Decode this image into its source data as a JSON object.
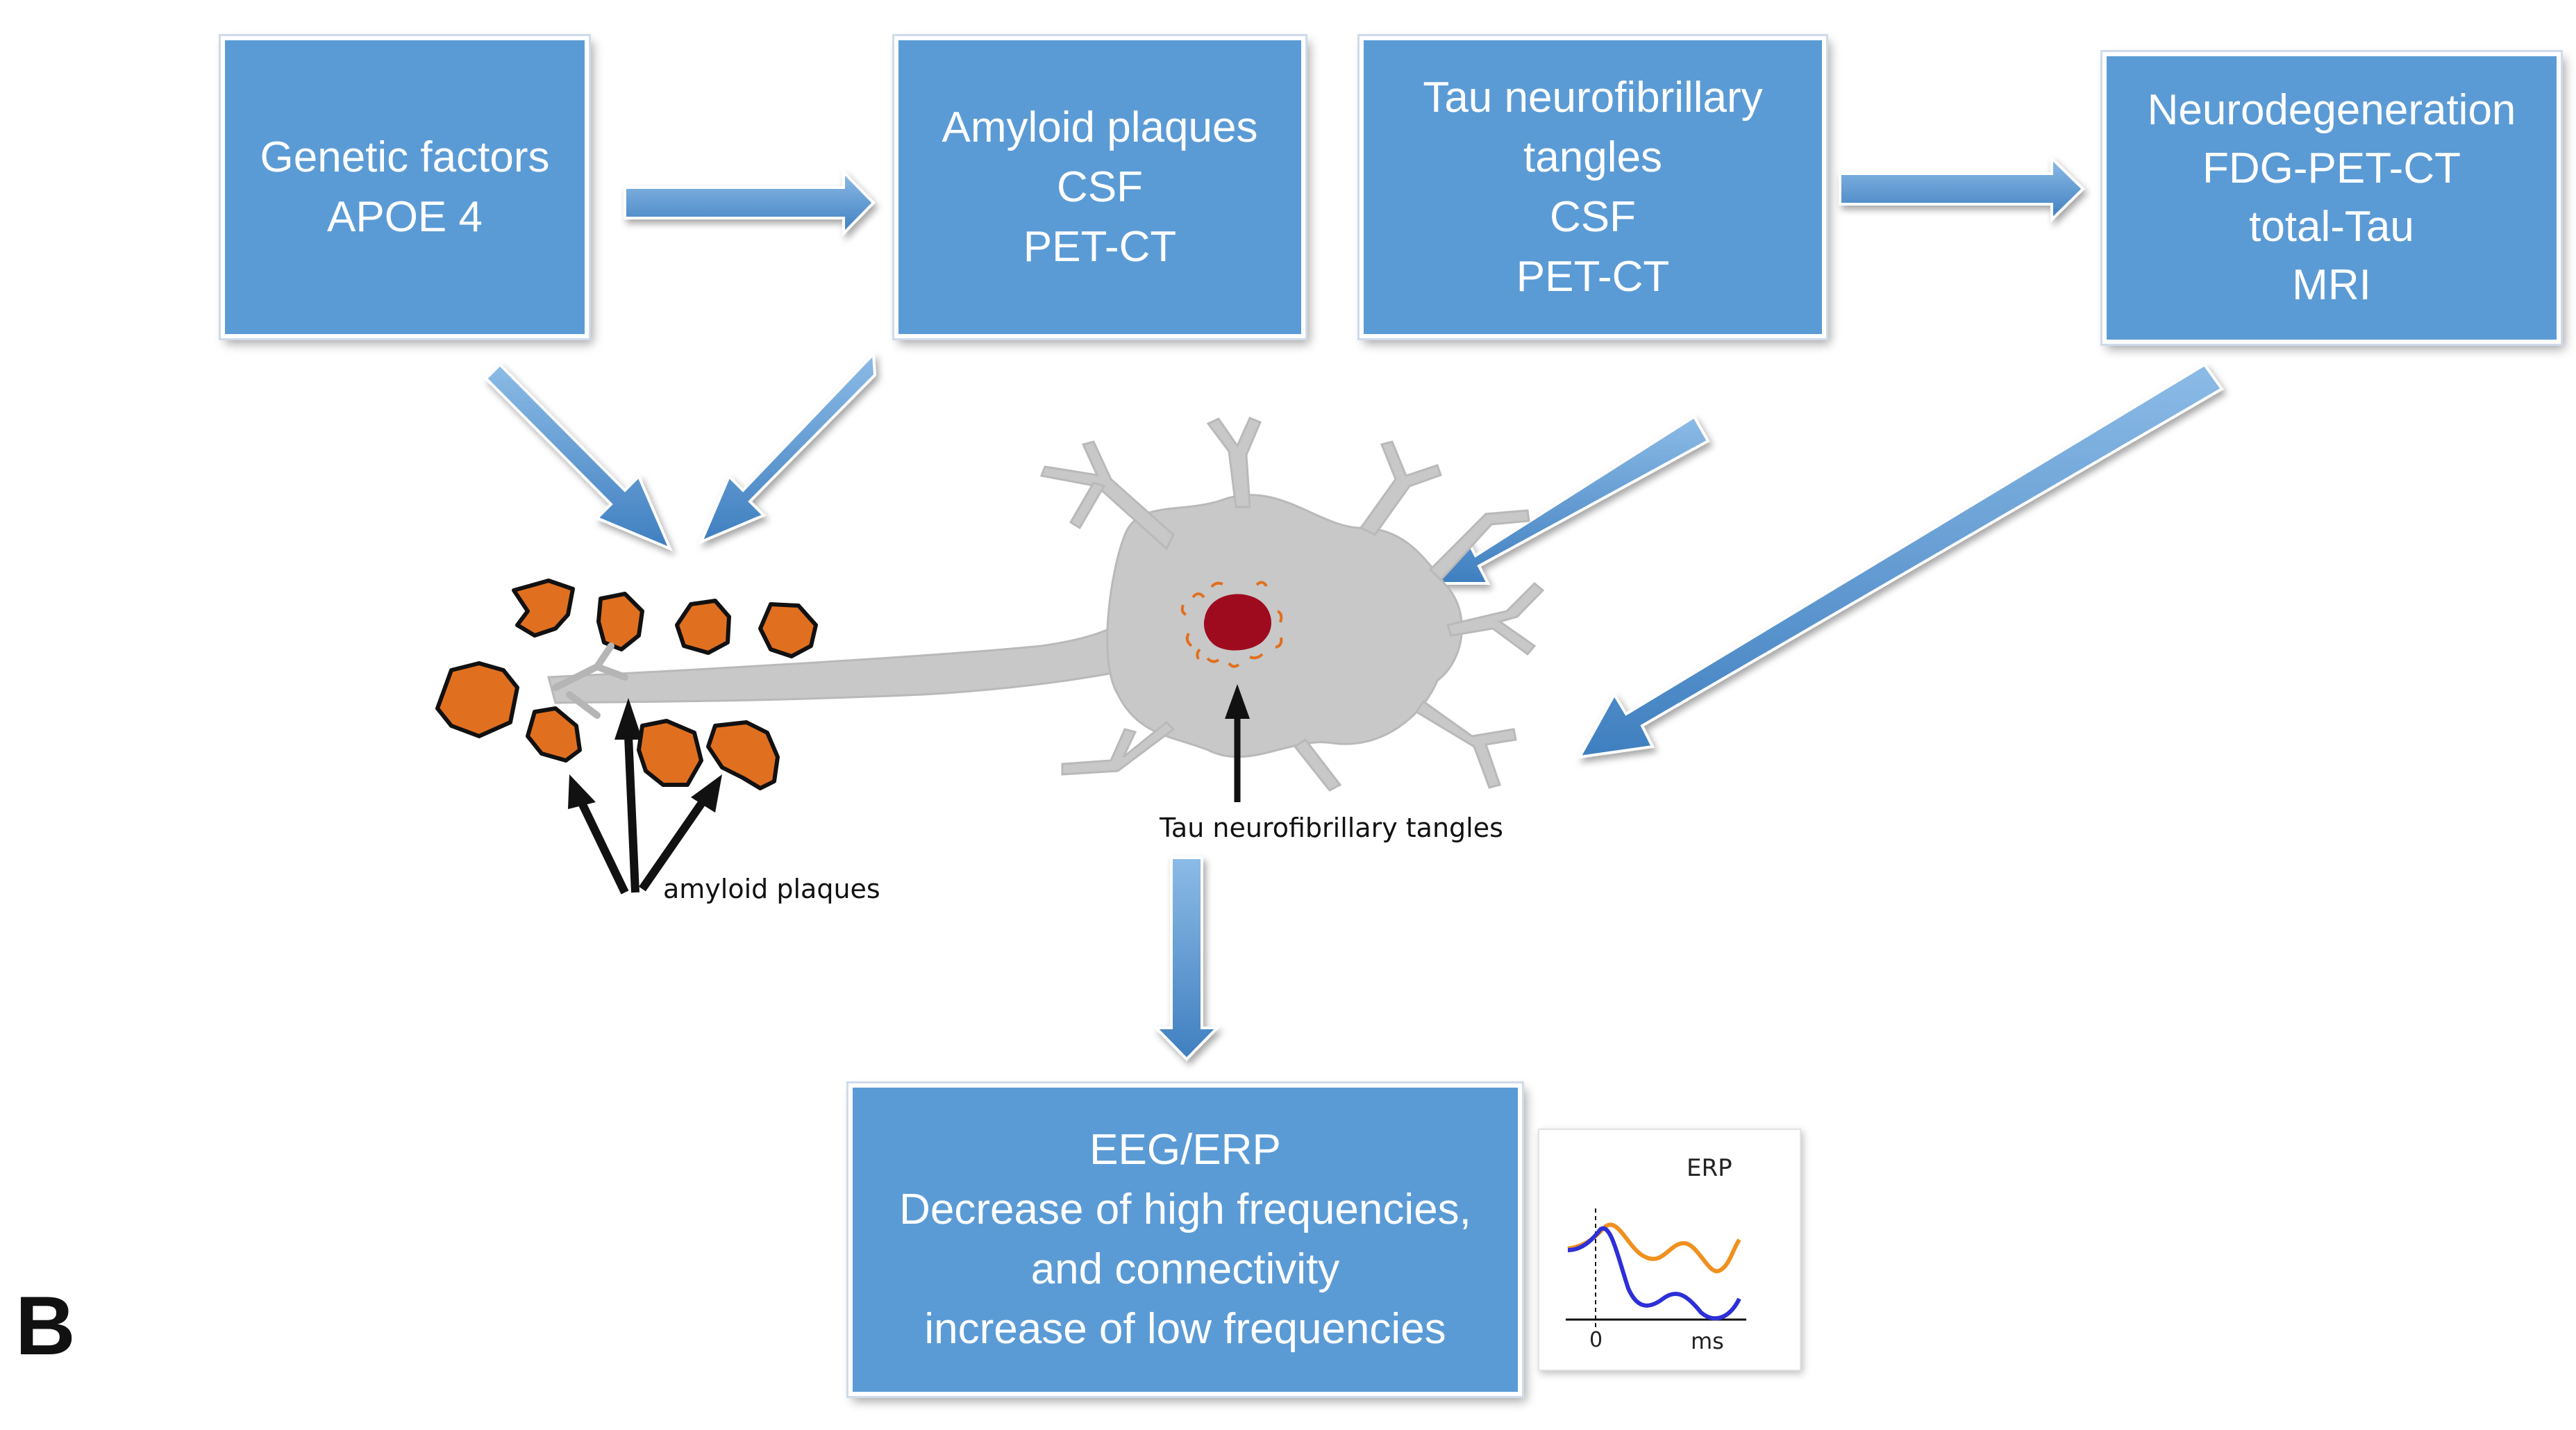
{
  "panel_letter": "B",
  "boxes": {
    "genetic": [
      "Genetic factors",
      "APOE 4"
    ],
    "amyloid": [
      "Amyloid plaques",
      "CSF",
      "PET-CT"
    ],
    "tau": [
      "Tau neurofibrillary",
      "tangles",
      "CSF",
      "PET-CT"
    ],
    "neuro": [
      "Neurodegeneration",
      "FDG-PET-CT",
      "total-Tau",
      "MRI"
    ],
    "eeg": [
      "EEG/ERP",
      "Decrease of high frequencies,",
      "and connectivity",
      "increase of low frequencies"
    ]
  },
  "labels": {
    "tau_tangles": "Tau neurofibrillary tangles",
    "amyloid_plaques": "amyloid plaques"
  },
  "erp_inset": {
    "title": "ERP",
    "x_zero": "0",
    "x_unit": "ms"
  },
  "colors": {
    "box_fill": "#5b9bd5",
    "arrow_fill": "#5b9bd5",
    "plaque": "#e0701f",
    "neuron": "#c8c8c8",
    "nucleus": "#9e0b1f",
    "erp_orange": "#f0901e",
    "erp_blue": "#2d2fd8"
  }
}
